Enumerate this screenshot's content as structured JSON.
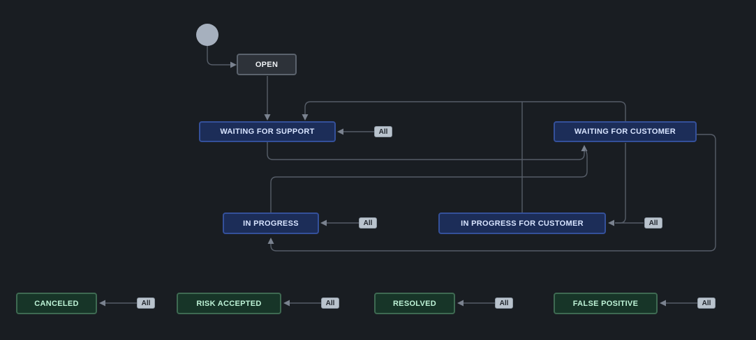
{
  "diagram": {
    "type": "workflow",
    "all_label": "All",
    "colors": {
      "background": "#191d22",
      "node_blue_bg": "#1c2d58",
      "node_blue_border": "#34509a",
      "node_blue_text": "#d8e4ff",
      "node_gray_bg": "#2d3239",
      "node_gray_border": "#5b636d",
      "node_green_bg": "#173528",
      "node_green_border": "#3e6a52",
      "node_green_text": "#bdf2d6",
      "badge_bg": "#b9c3cd",
      "connector": "#565d68",
      "start_circle": "#a6b0be"
    },
    "nodes": {
      "open": {
        "label": "OPEN",
        "category": "new"
      },
      "waiting_for_support": {
        "label": "WAITING FOR SUPPORT",
        "category": "in-progress"
      },
      "waiting_for_customer": {
        "label": "WAITING FOR CUSTOMER",
        "category": "in-progress"
      },
      "in_progress": {
        "label": "IN PROGRESS",
        "category": "in-progress"
      },
      "in_progress_for_customer": {
        "label": "IN PROGRESS FOR CUSTOMER",
        "category": "in-progress"
      },
      "canceled": {
        "label": "CANCELED",
        "category": "done"
      },
      "risk_accepted": {
        "label": "RISK ACCEPTED",
        "category": "done"
      },
      "resolved": {
        "label": "RESOLVED",
        "category": "done"
      },
      "false_positive": {
        "label": "FALSE POSITIVE",
        "category": "done"
      }
    },
    "transitions": [
      {
        "from": "start",
        "to": "open"
      },
      {
        "from": "open",
        "to": "waiting_for_support"
      },
      {
        "from": "waiting_for_customer",
        "to": "waiting_for_support"
      },
      {
        "from": "in_progress_for_customer",
        "to": "waiting_for_support"
      },
      {
        "from": "waiting_for_support",
        "to": "waiting_for_customer"
      },
      {
        "from": "in_progress",
        "to": "waiting_for_customer"
      },
      {
        "from": "waiting_for_customer",
        "to": "in_progress_for_customer"
      },
      {
        "from": "waiting_for_customer",
        "to": "in_progress"
      },
      {
        "from": "all",
        "to": "waiting_for_support",
        "label": "All"
      },
      {
        "from": "all",
        "to": "in_progress",
        "label": "All"
      },
      {
        "from": "all",
        "to": "in_progress_for_customer",
        "label": "All"
      },
      {
        "from": "all",
        "to": "canceled",
        "label": "All"
      },
      {
        "from": "all",
        "to": "risk_accepted",
        "label": "All"
      },
      {
        "from": "all",
        "to": "resolved",
        "label": "All"
      },
      {
        "from": "all",
        "to": "false_positive",
        "label": "All"
      }
    ]
  }
}
